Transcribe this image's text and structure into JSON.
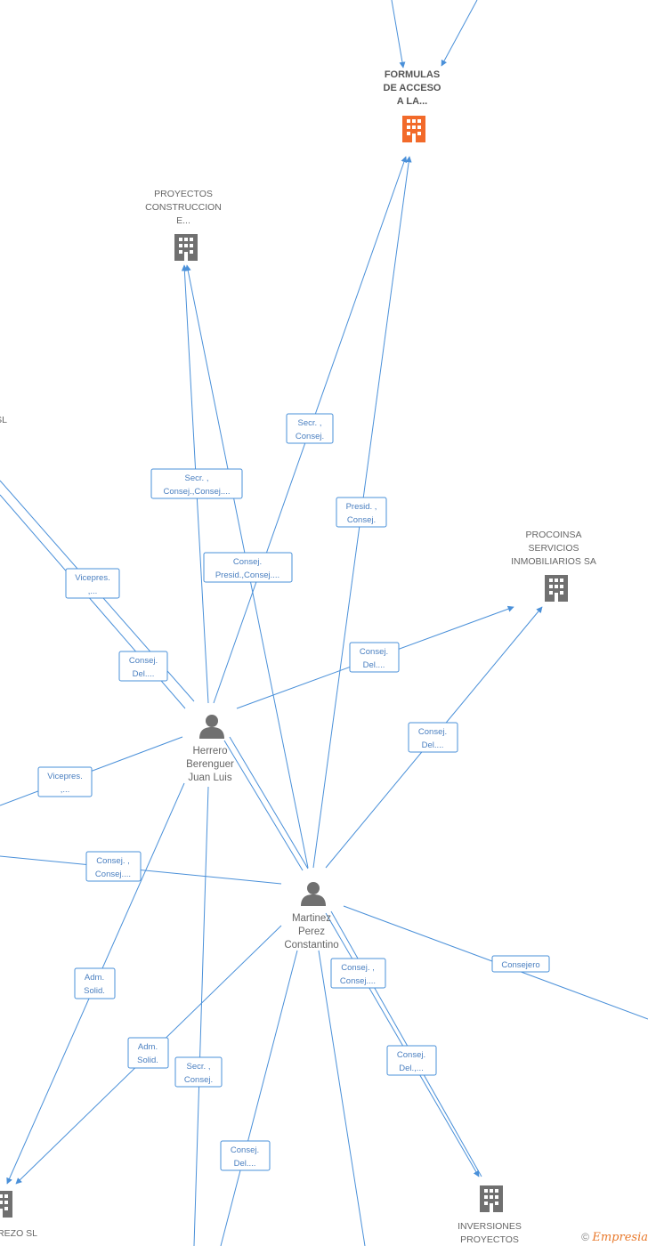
{
  "colors": {
    "edge": "#4a90d9",
    "company": "#707070",
    "company_highlight": "#f26a2a",
    "person": "#707070"
  },
  "companies": [
    {
      "id": "formulas",
      "name_lines": [
        "FORMULAS",
        "DE ACCESO",
        "A LA..."
      ],
      "highlight": true,
      "icon": "building-icon"
    },
    {
      "id": "proyectos_construccion",
      "name_lines": [
        "PROYECTOS",
        "CONSTRUCCION",
        "E..."
      ],
      "highlight": false,
      "icon": "building-icon"
    },
    {
      "id": "procoinsa",
      "name_lines": [
        "PROCOINSA",
        "SERVICIOS",
        "INMOBILIARIOS SA"
      ],
      "highlight": false,
      "icon": "building-icon"
    },
    {
      "id": "inversiones",
      "name_lines": [
        "INVERSIONES",
        "PROYECTOS"
      ],
      "highlight": false,
      "icon": "building-icon"
    },
    {
      "id": "rezo",
      "name_lines": [
        "REZO SL"
      ],
      "highlight": false,
      "icon": "building-icon"
    },
    {
      "id": "left_sl",
      "name_lines": [
        "SL"
      ],
      "highlight": false,
      "icon": "building-icon"
    }
  ],
  "persons": [
    {
      "id": "herrero",
      "name_lines": [
        "Herrero",
        "Berenguer",
        "Juan Luis"
      ],
      "icon": "person-icon"
    },
    {
      "id": "martinez",
      "name_lines": [
        "Martinez",
        "Perez",
        "Constantino"
      ],
      "icon": "person-icon"
    }
  ],
  "edge_labels": [
    {
      "id": "l1",
      "lines": [
        "Secr. ,",
        "Consej."
      ]
    },
    {
      "id": "l2",
      "lines": [
        "Secr. ,",
        "Consej.,Consej...."
      ]
    },
    {
      "id": "l3",
      "lines": [
        "Presid. ,",
        "Consej."
      ]
    },
    {
      "id": "l4",
      "lines": [
        "Consej.",
        "Presid.,Consej...."
      ]
    },
    {
      "id": "l5",
      "lines": [
        "Vicepres.",
        ",..."
      ]
    },
    {
      "id": "l6",
      "lines": [
        "Consej.",
        "Del...."
      ]
    },
    {
      "id": "l7",
      "lines": [
        "Consej.",
        "Del...."
      ]
    },
    {
      "id": "l8",
      "lines": [
        "Consej.",
        "Del...."
      ]
    },
    {
      "id": "l9",
      "lines": [
        "Vicepres.",
        ",..."
      ]
    },
    {
      "id": "l10",
      "lines": [
        "Consej. ,",
        "Consej...."
      ]
    },
    {
      "id": "l11",
      "lines": [
        "Consejero"
      ]
    },
    {
      "id": "l12",
      "lines": [
        "Adm.",
        "Solid."
      ]
    },
    {
      "id": "l13",
      "lines": [
        "Consej. ,",
        "Consej...."
      ]
    },
    {
      "id": "l14",
      "lines": [
        "Adm.",
        "Solid."
      ]
    },
    {
      "id": "l15",
      "lines": [
        "Secr. ,",
        "Consej."
      ]
    },
    {
      "id": "l16",
      "lines": [
        "Consej.",
        "Del.,..."
      ]
    },
    {
      "id": "l17",
      "lines": [
        "Consej.",
        "Del...."
      ]
    }
  ],
  "footer": {
    "copyright": "©",
    "brand": "Empresia"
  }
}
